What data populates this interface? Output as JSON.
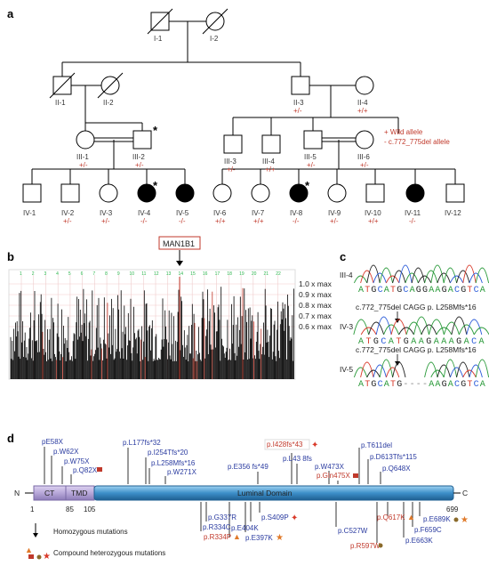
{
  "panels": {
    "a": "a",
    "b": "b",
    "c": "c",
    "d": "d"
  },
  "pedigree": {
    "gen1": [
      "I-1",
      "I-2"
    ],
    "gen2": {
      "ids": [
        "II-1",
        "II-2",
        "II-3",
        "II-4"
      ],
      "genotypes": [
        "",
        "",
        "+/-",
        "+/+"
      ]
    },
    "gen3": {
      "ids": [
        "III-1",
        "III-2",
        "III-3",
        "III-4",
        "III-5",
        "III-6"
      ],
      "genotypes": [
        "+/-",
        "+/-",
        "+/-",
        "+/+",
        "+/-",
        "+/-"
      ]
    },
    "gen4": {
      "ids": [
        "IV-1",
        "IV-2",
        "IV-3",
        "IV-4",
        "IV-5",
        "IV-6",
        "IV-7",
        "IV-8",
        "IV-9",
        "IV-10",
        "IV-11",
        "IV-12"
      ],
      "genotypes": [
        "",
        "+/-",
        "+/-",
        "-/-",
        "-/-",
        "+/+",
        "+/+",
        "-/-",
        "+/-",
        "+/+",
        "-/-",
        ""
      ]
    },
    "proband_marker": "*",
    "legend": [
      "+ Wild allele",
      "-  c.772_775del allele"
    ]
  },
  "linkage": {
    "gene_label": "MAN1B1",
    "chromosomes": [
      "1",
      "2",
      "3",
      "4",
      "5",
      "6",
      "7",
      "8",
      "9",
      "10",
      "11",
      "12",
      "13",
      "14",
      "15",
      "16",
      "17",
      "18",
      "19",
      "20",
      "21",
      "22"
    ],
    "thresholds": [
      "1.0 x max",
      "0.9 x max",
      "0.8 x max",
      "0.7 x max",
      "0.6 x max"
    ]
  },
  "sequencing": {
    "rows": [
      {
        "id": "III-4",
        "label": "",
        "seq": "ATGCATGCAGGAAGACGTCA"
      },
      {
        "id": "IV-3",
        "label": "c.772_775del CAGG  p. L258Mfs*16",
        "seq": "ATGCATGAAGAAAGACA"
      },
      {
        "id": "IV-5",
        "label": "c.772_775del CAGG p.  L258Mfs*16",
        "seq": "ATGCATG----AAGACGTCA"
      }
    ]
  },
  "protein": {
    "n_label": "N",
    "c_label": "C",
    "domains": [
      "CT",
      "TMD",
      "Luminal Domain"
    ],
    "positions": [
      "1",
      "85",
      "105",
      "699"
    ],
    "mutations_above": [
      "pE58X",
      "p.W62X",
      "p.W75X",
      "p.Q82X",
      "p.L177fs*32",
      "p.I254Tfs*20",
      "p.L258Mfs*16",
      "p.W271X",
      "p.E356 fs*49",
      "p.I428fs*43",
      "p.L43 8fs",
      "p.W473X",
      "p.Gln475X",
      "p.T611del",
      "p.D613Tfs*115",
      "p.Q648X"
    ],
    "mutations_below": [
      "p.G337R",
      "p.R334C",
      "p.R334P",
      "p.E404K",
      "p.E397K",
      "p.S409P",
      "p.C527W",
      "p.R597W",
      "p.Q617K",
      "p.E663K",
      "p.F659C",
      "p.E689K"
    ],
    "legend": [
      "Homozygous  mutations",
      "Compound heterozygous mutations"
    ]
  },
  "colors": {
    "affected": "#000000",
    "red_text": "#c0392b",
    "blue_text": "#2a3ba0",
    "luminal": "#3d8fc9",
    "ct": "#b7a7d8",
    "marker_red": "#d93a2a",
    "marker_orange": "#e07a2a"
  }
}
